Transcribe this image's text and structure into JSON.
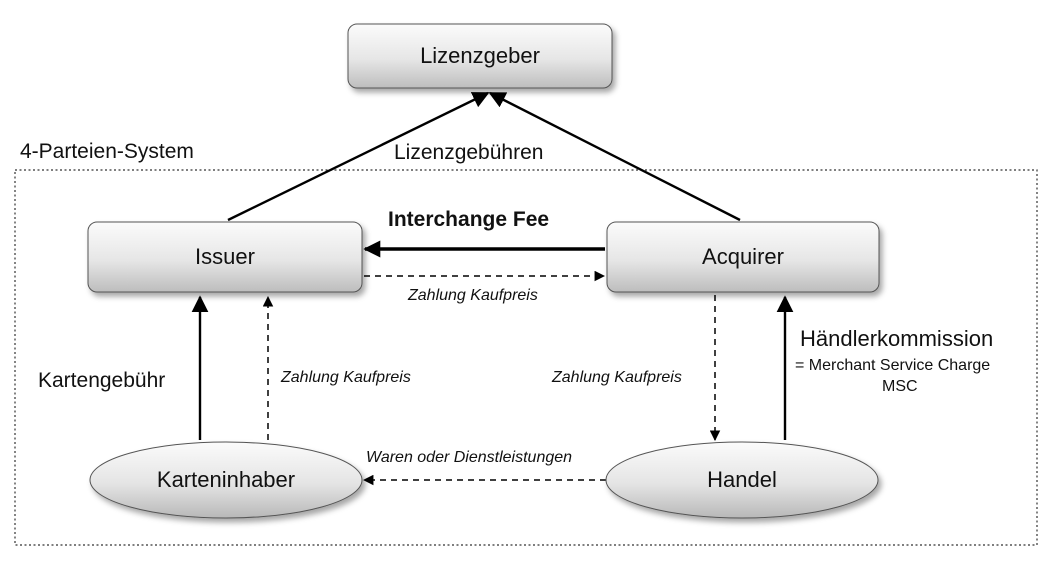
{
  "diagram": {
    "nodes": {
      "lizenzgeber": "Lizenzgeber",
      "issuer": "Issuer",
      "acquirer": "Acquirer",
      "karteninhaber": "Karteninhaber",
      "handel": "Handel"
    },
    "system_label": "4-Parteien-System",
    "edges": {
      "lizenzgebuehren": "Lizenzgebühren",
      "interchange_fee": "Interchange Fee",
      "zahlung_issuer_acquirer": "Zahlung Kaufpreis",
      "zahlung_karteninhaber_issuer": "Zahlung Kaufpreis",
      "zahlung_acquirer_handel": "Zahlung Kaufpreis",
      "waren": "Waren oder Dienstleistungen",
      "kartengebuehr": "Kartengebühr",
      "haendlerkommission": "Händlerkommission",
      "msc_line1": "= Merchant Service Charge",
      "msc_line2": "MSC"
    }
  }
}
